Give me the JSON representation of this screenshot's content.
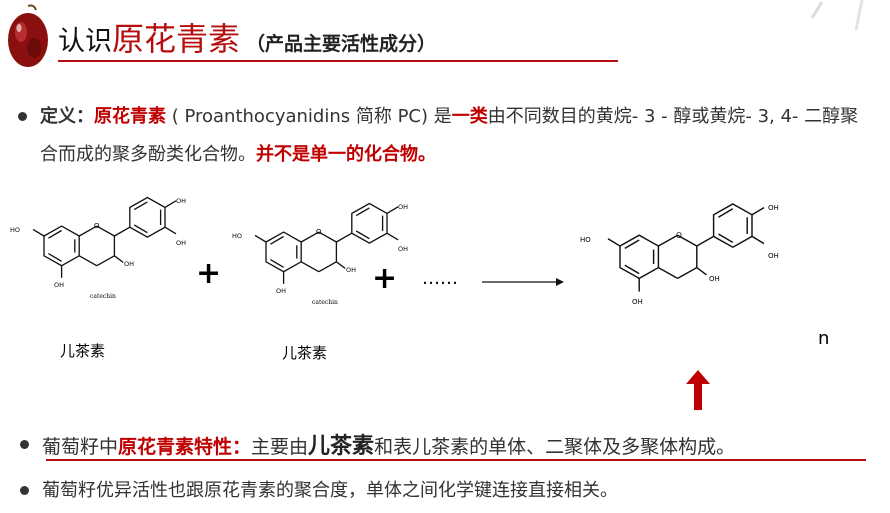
{
  "header": {
    "title_prefix": "认识",
    "title_highlight": "原花青素",
    "title_sub": "（产品主要活性成分）"
  },
  "definition": {
    "label": "定义：",
    "term": "原花青素",
    "text1": " ( Proanthocyanidins 简称 PC) 是",
    "highlight1": "一类",
    "text2": "由不同数目的黄烷- 3 - 醇或黄烷- 3, 4- 二醇聚合而成的聚多酚类化合物。",
    "highlight2": "并不是单一的化合物。"
  },
  "reaction": {
    "monomer_label_1": "儿茶素",
    "monomer_label_2": "儿茶素",
    "caption": "catechin",
    "plus": "+",
    "ellipsis": "……",
    "n_label": "n",
    "oh": "OH",
    "ho": "HO",
    "o": "O",
    "arrow_color": "#c00000"
  },
  "point2": {
    "prefix": "葡萄籽中",
    "highlight": "原花青素特性：",
    "text1": "主要由",
    "big": "儿茶素",
    "text2": "和表儿茶素的单体、二聚体及多聚体构成。"
  },
  "point3": {
    "text": "葡萄籽优异活性也跟原花青素的聚合度，单体之间化学键连接直接相关。"
  }
}
